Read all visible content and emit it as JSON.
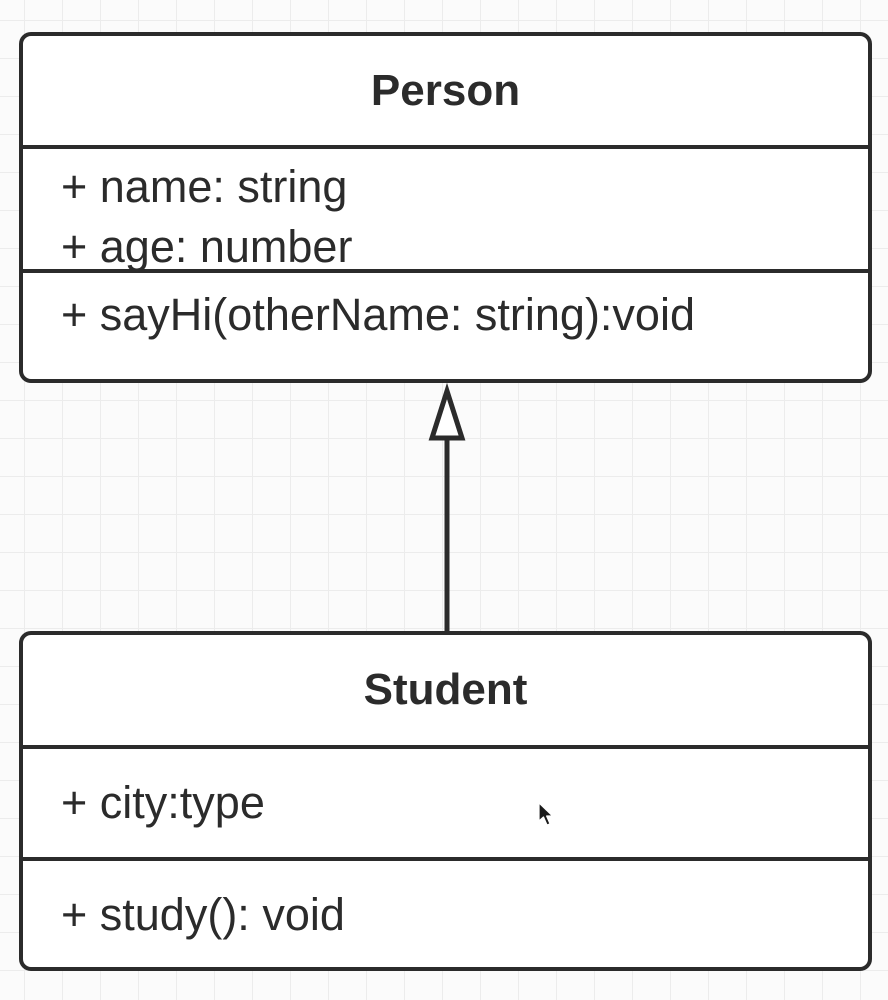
{
  "diagram": {
    "classes": [
      {
        "name": "Person",
        "attributes": [
          "+ name: string",
          "+ age: number"
        ],
        "methods": [
          "+ sayHi(otherName: string):void"
        ]
      },
      {
        "name": "Student",
        "attributes": [
          "+ city:type"
        ],
        "methods": [
          "+ study(): void"
        ]
      }
    ],
    "relationships": [
      {
        "type": "inheritance",
        "from": "Student",
        "to": "Person"
      }
    ]
  },
  "colors": {
    "stroke": "#2b2b2b",
    "grid": "#ececec",
    "background": "#fbfbfb"
  },
  "icons": {
    "cursor": "mouse-pointer-icon"
  }
}
